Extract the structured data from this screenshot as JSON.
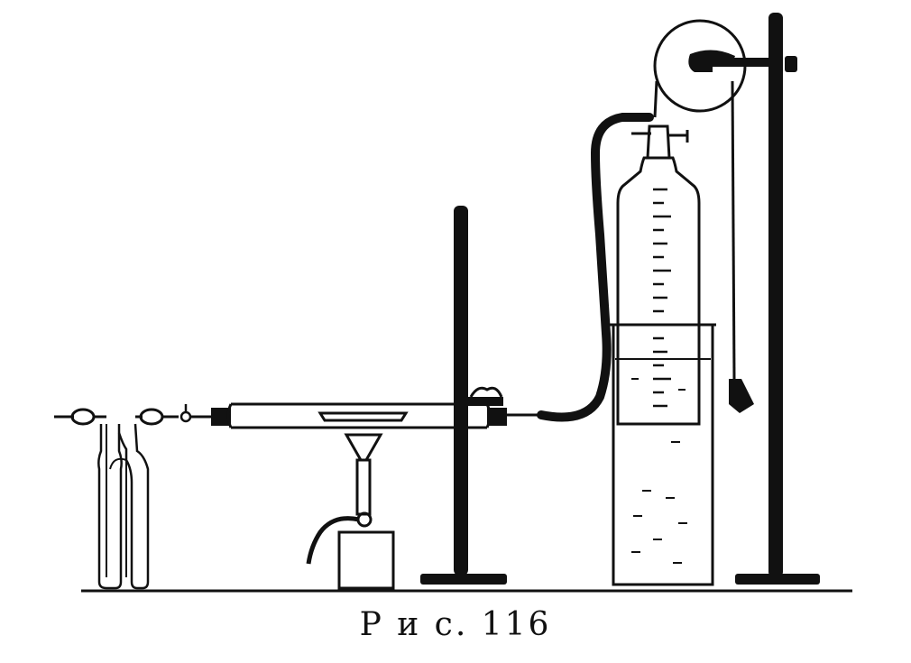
{
  "figure": {
    "caption": "Р и с. 116",
    "ink_color": "#111111",
    "paper_color": "#ffffff",
    "components": [
      "gas-drying-apparatus",
      "reaction-tube",
      "combustion-boat",
      "gas-burner",
      "support-stand",
      "rubber-hose",
      "graduated-gas-cylinder",
      "water-trough",
      "pulley",
      "counterweight",
      "tall-support-stand"
    ]
  }
}
